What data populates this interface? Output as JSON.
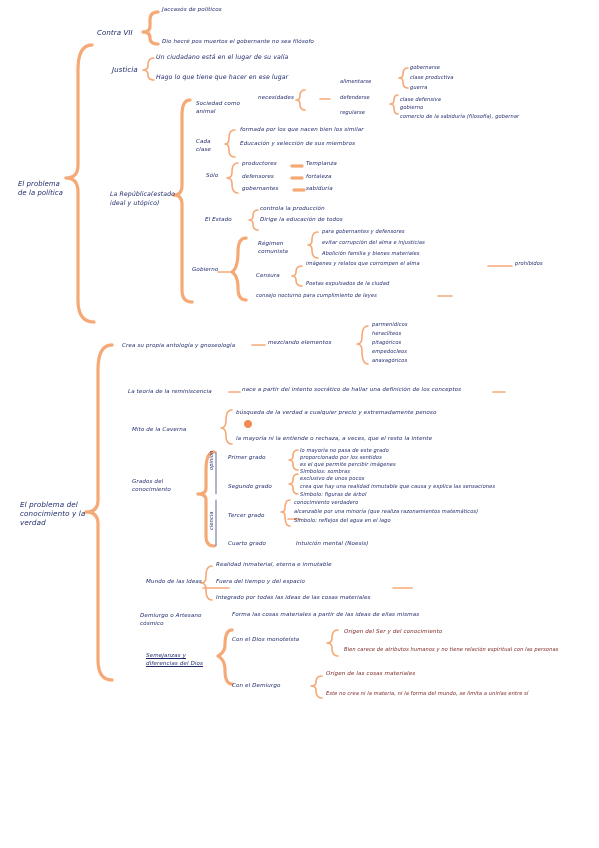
{
  "sec1": {
    "title": "El problema de la política",
    "b1": {
      "label": "Contra VII",
      "items": [
        "Jaccasós de políticos",
        "Dio hecré pos muertos el gobernante no sea filósofo"
      ]
    },
    "b2": {
      "label": "Justicia",
      "items": [
        "Un ciudadano está en el lugar de su valía",
        "Hago lo que tiene que hacer en ese lugar"
      ]
    },
    "b3": {
      "label": "La República(estado ideal y utópico)",
      "sociedad": {
        "label": "Sociedad como animal",
        "needs_label": "necesidades",
        "needs": [
          "alimentarse",
          "defenderse",
          "regularse"
        ],
        "needs_out": [
          "gobernarse",
          "clase productiva",
          "guerra",
          "clase defensiva",
          "gobierno",
          "comercio de la sabiduría (filosofía), gobernar"
        ]
      },
      "clases": {
        "label": "Cada clase",
        "items": [
          "formada por los que nacen bien los similar",
          "Educación y selección de sus miembros"
        ]
      },
      "solo": {
        "label": "Sólo",
        "roles": [
          "productores",
          "defensores",
          "gobernantes"
        ],
        "virtues": [
          "Templanza",
          "fortaleza",
          "sabiduría"
        ]
      },
      "estado": {
        "label": "El Estado",
        "items": [
          "controla la producción",
          "Dirige la educación de todos"
        ]
      },
      "gobierno": {
        "label": "Gobierno",
        "regimen": {
          "label": "Régimen comunista",
          "items": [
            "para gobernantes y defensores",
            "evitar corrupción del alma e injusticias",
            "Abolición familia y bienes materiales"
          ]
        },
        "censura": {
          "label": "Censura",
          "items": [
            "imágenes y relatos que corrompen el alma",
            "Poetas expulsados de la ciudad"
          ],
          "out": "prohibidos"
        },
        "consejo": "consejo nocturno para cumplimiento de leyes"
      }
    }
  },
  "sec2": {
    "title": "El problema del conocimiento y la verdad",
    "r1": {
      "label": "Crea su propia antología y gnoseología",
      "mid": "mezclando elementos",
      "items": [
        "parmenídicos",
        "heraclíteos",
        "pitagóricos",
        "empedocleos",
        "anaxagóricos"
      ]
    },
    "r2": {
      "label": "La teoría de la reminiscencia",
      "text": "nace a partir del intento socrático de hallar una definición de los conceptos"
    },
    "r3": {
      "label": "Mito de la Caverna",
      "items": [
        "búsqueda de la verdad a cualquier precio y extremadamente penoso",
        "la mayoría ni la entiende o rechaza, a veces, que el resto la intente"
      ]
    },
    "grados": {
      "label": "Grados del conocimiento",
      "side_top": "opinión",
      "side_bottom": "ciencia",
      "g1": {
        "label": "Primer grado",
        "items": [
          "lo mayoría no pasa de este grado",
          "proporcionado por los sentidos",
          "es el que permite percibir imágenes",
          "Símbolos: sombras"
        ]
      },
      "g2": {
        "label": "Segundo grado",
        "items": [
          "exclusivo de unos pocos",
          "crea que hay una realidad inmutable que causa y explica las sensaciones",
          "Símbolo: figuras de árbol"
        ]
      },
      "g3": {
        "label": "Tercer grado",
        "items": [
          "conocimiento verdadero",
          "alcanzable por una minoría (que realiza razonamientos matemáticos)",
          "Símbolo: reflejos del agua en el lago"
        ]
      },
      "g4": {
        "label": "Cuarto grado",
        "text": "Intuición mental (Noesis)"
      }
    },
    "ideas": {
      "label": "Mundo de las Ideas",
      "items": [
        "Realidad inmaterial, eterna e inmutable",
        "Fuera del tiempo y del espacio",
        "Integrado por todas las ideas de las cosas materiales"
      ]
    },
    "demiurgo": {
      "label": "Demiurgo o Artesano cósmico",
      "text": "Forma las cosas materiales a partir de las ideas de ellas mismas"
    },
    "semejanzas": {
      "label": "Semejanzas y diferencias del Dios",
      "dios": {
        "label": "Con el Dios monoteísta",
        "items": [
          "Origen del Ser y del conocimiento",
          "Bien carece de atributos humanos y no tiene relación espiritual con las personas"
        ]
      },
      "dem": {
        "label": "Con el Demiurgo",
        "items": [
          "Origen de las cosas materiales",
          "Este no crea ni la materia, ni la forma del mundo, se limita a unirlas entre sí"
        ]
      }
    }
  }
}
